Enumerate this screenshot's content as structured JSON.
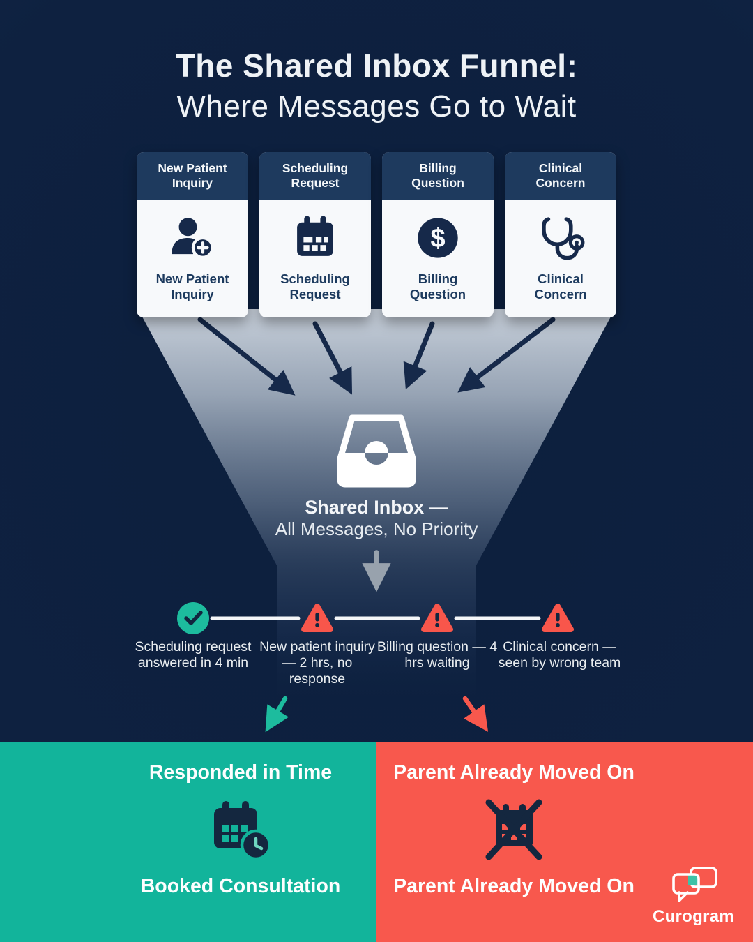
{
  "title": {
    "line1": "The Shared Inbox Funnel:",
    "line2": "Where Messages Go to Wait"
  },
  "cards": [
    {
      "header": "New Patient Inquiry",
      "label": "New Patient Inquiry",
      "icon": "person-plus-icon"
    },
    {
      "header": "Scheduling Request",
      "label": "Scheduling Request",
      "icon": "calendar-icon"
    },
    {
      "header": "Billing Question",
      "label": "Billing Question",
      "icon": "dollar-circle-icon"
    },
    {
      "header": "Clinical Concern",
      "label": "Clinical Concern",
      "icon": "stethoscope-icon"
    }
  ],
  "funnel": {
    "icon": "inbox-tray-icon",
    "caption_bold": "Shared Inbox —",
    "caption_rest": "All Messages, No Priority"
  },
  "timeline": {
    "items": [
      {
        "status": "ok",
        "icon": "check-circle-icon",
        "text": "Scheduling request answered in 4 min"
      },
      {
        "status": "warning",
        "icon": "warning-triangle-icon",
        "text": "New patient inquiry — 2 hrs, no response"
      },
      {
        "status": "warning",
        "icon": "warning-triangle-icon",
        "text": "Billing question — 4 hrs waiting"
      },
      {
        "status": "warning",
        "icon": "warning-triangle-icon",
        "text": "Clinical concern — seen by wrong team"
      }
    ]
  },
  "outcomes": {
    "positive": {
      "title": "Responded in Time",
      "caption": "Booked Consultation",
      "icon": "calendar-clock-icon",
      "color": "#12b49b"
    },
    "negative": {
      "title": "Parent Already Moved On",
      "caption": "Parent Already Moved On",
      "icon": "calendar-crossed-icon",
      "color": "#f8584d"
    }
  },
  "brand": {
    "name": "Curogram",
    "icon": "chat-bubbles-icon"
  },
  "colors": {
    "background_navy": "#0e2140",
    "card_header_navy": "#1e3a5e",
    "icon_navy": "#16294a",
    "card_white": "#f7f9fb",
    "funnel_light": "#c9d2dc",
    "success_teal": "#12b49b",
    "alert_red": "#f8584d",
    "check_teal": "#1dbc9e",
    "gray_arrow": "#98a2ad",
    "timeline_line": "#f4f6f8"
  }
}
